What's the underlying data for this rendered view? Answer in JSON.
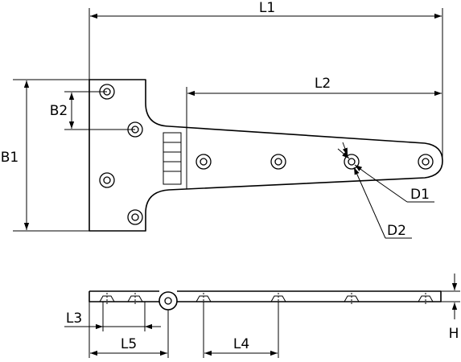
{
  "labels": {
    "L1": "L1",
    "L2": "L2",
    "B1": "B1",
    "B2": "B2",
    "D1": "D1",
    "D2": "D2",
    "L3": "L3",
    "L4": "L4",
    "L5": "L5",
    "H": "H"
  },
  "colors": {
    "line": "#000000",
    "background": "#ffffff"
  }
}
